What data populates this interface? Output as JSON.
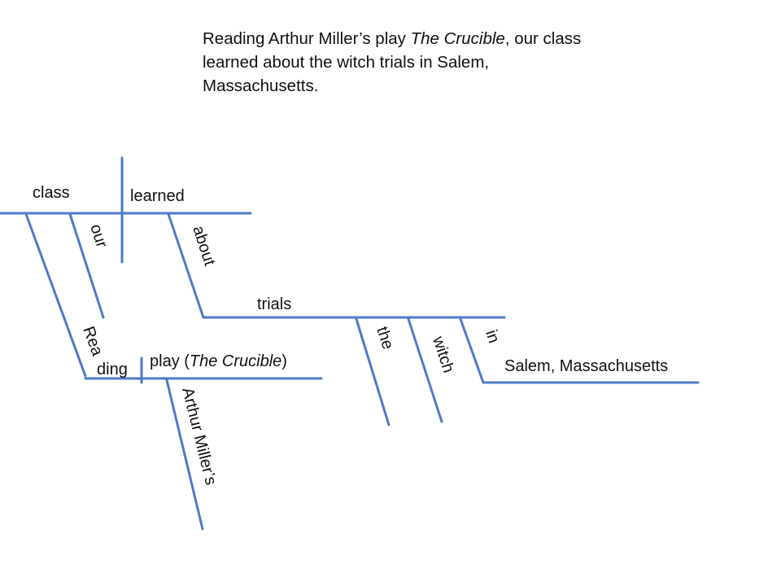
{
  "sentence": {
    "part1": "Reading Arthur Miller’s play ",
    "title": "The Crucible",
    "part2": ", our class learned about the witch trials in Salem, Massachusetts."
  },
  "diagram": {
    "subject": "class",
    "verb": "learned",
    "modifier_our": "our",
    "preposition_about": "about",
    "object_trials": "trials",
    "modifier_the": "the",
    "modifier_witch": "witch",
    "preposition_in": "in",
    "object_salem": "Salem, Massachusetts",
    "participle_part1": "Rea",
    "participle_part2": "ding",
    "object_play_prefix": "play (",
    "object_play_title": "The Crucible",
    "object_play_suffix": ")",
    "modifier_arthur": "Arthur Miller’s"
  },
  "colors": {
    "line": "#4f7ac7",
    "text": "#111111",
    "background": "#ffffff"
  }
}
